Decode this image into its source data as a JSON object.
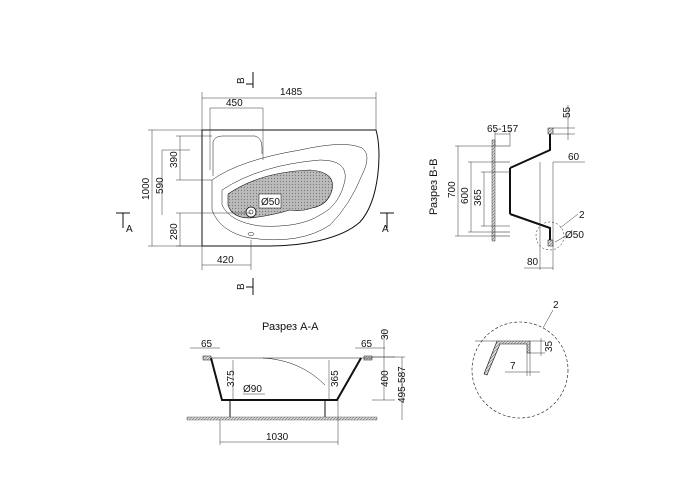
{
  "plan_view": {
    "dims": {
      "width_total": "1485",
      "width_seat": "450",
      "depth_total": "1000",
      "depth_390": "390",
      "depth_590": "590",
      "depth_280": "280",
      "drain_offset": "420",
      "drain_diameter": "Ø50"
    },
    "section_marks": {
      "a_left": "A",
      "a_right": "A",
      "b_top": "B",
      "b_bottom": "B"
    }
  },
  "section_bb": {
    "title": "Разрез В-В",
    "dims": {
      "d700": "700",
      "d600": "600",
      "d365": "365",
      "d65_157": "65-157",
      "d55": "55",
      "d60": "60",
      "d80": "80",
      "drain": "Ø50",
      "detail_ref": "2"
    }
  },
  "section_aa": {
    "title": "Разрез A-A",
    "dims": {
      "rim_left": "65",
      "rim_right": "65",
      "d30": "30",
      "d375": "375",
      "d365": "365",
      "d400": "400",
      "d495_587": "495-587",
      "drain": "Ø90",
      "d1030": "1030"
    }
  },
  "detail": {
    "ref": "2",
    "d35": "35",
    "d7": "7"
  }
}
